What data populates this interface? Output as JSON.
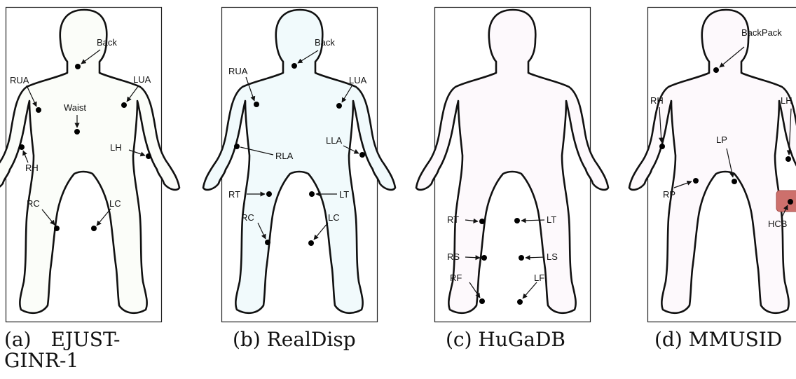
{
  "panels": [
    {
      "id": "a",
      "caption_letter": "(a)",
      "caption_name_1": "EJUST-",
      "caption_name_2": "GINR-1",
      "fill": "#fbfdf9",
      "labels": [
        "Back",
        "RUA",
        "LUA",
        "Waist",
        "LH",
        "RH",
        "RC",
        "LC"
      ]
    },
    {
      "id": "b",
      "caption": "(b) RealDisp",
      "fill": "#f1fafc",
      "labels": [
        "Back",
        "RUA",
        "LUA",
        "LLA",
        "RLA",
        "RT",
        "LT",
        "RC",
        "LC"
      ]
    },
    {
      "id": "c",
      "caption": "(c) HuGaDB",
      "fill": "#fdf9fc",
      "labels": [
        "RT",
        "LT",
        "RS",
        "LS",
        "RF",
        "LF"
      ]
    },
    {
      "id": "d",
      "caption": "(d) MMUSID",
      "fill": "#fdf9fc",
      "handbag_color": "#cd706c",
      "labels": [
        "BackPack",
        "RH",
        "LH",
        "LP",
        "RP",
        "HCB"
      ]
    }
  ]
}
